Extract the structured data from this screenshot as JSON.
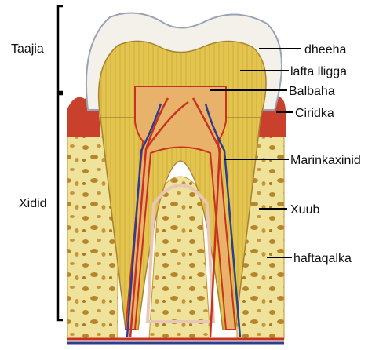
{
  "diagram": {
    "labels": {
      "crown": "Taajia",
      "root": "Xidid",
      "enamel": "dheeha",
      "dentin": "lafta lligga",
      "pulp": "Balbaha",
      "gum": "Ciridka",
      "blood_vessels": "Marinkaxinid",
      "cementum": "Xuub",
      "bone": "haftaqalka"
    },
    "colors": {
      "enamel": "#f3f1ea",
      "dentin": "#e2c44e",
      "bone": "#efe29a",
      "gum": "#c9402c",
      "artery": "#c8321f",
      "vein": "#2c3e8c",
      "marrow": "#b8862a"
    }
  }
}
